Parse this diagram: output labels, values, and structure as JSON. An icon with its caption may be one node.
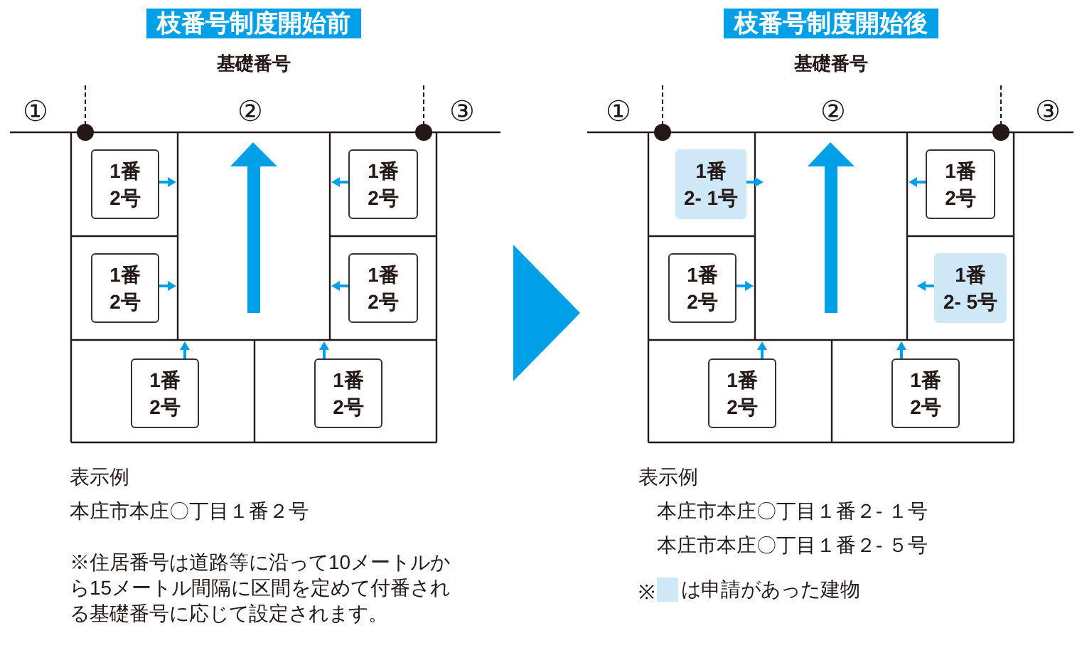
{
  "diagram": {
    "nodes": [
      {
        "text": [
          "枝番号制度開始前"
        ],
        "beside": [
          "基礎番号"
        ]
      },
      {
        "text": [
          "1番 2号"
        ]
      },
      {
        "text": [
          "1番 2号"
        ]
      },
      {
        "text": [
          "1番 2号"
        ]
      },
      {
        "text": [
          "1番 2号"
        ]
      },
      {
        "text": [
          "1番 2号"
        ]
      },
      {
        "text": [
          "1番 2号"
        ]
      },
      {
        "text": [
          "枝番号制度開始後"
        ],
        "beside": [
          "基礎番号"
        ]
      },
      {
        "text": [
          "1番 2- 1号"
        ]
      },
      {
        "text": [
          "1番 2号"
        ]
      },
      {
        "text": [
          "1番 2号"
        ]
      },
      {
        "text": [
          "1番 2- 5号"
        ]
      },
      {
        "text": [
          "1番 2号"
        ]
      },
      {
        "text": [
          "1番 2号"
        ]
      }
    ],
    "edges": [
      {
        "from": 1,
        "to": null,
        "arrow": "to"
      },
      {
        "from": 2,
        "to": null,
        "arrow": "to"
      },
      {
        "from": 3,
        "to": null,
        "arrow": "to"
      },
      {
        "from": 4,
        "to": null,
        "arrow": "to"
      },
      {
        "from": 5,
        "to": null,
        "arrow": "to"
      },
      {
        "from": 6,
        "to": null,
        "arrow": "to"
      },
      {
        "from": 8,
        "to": null,
        "arrow": "to"
      },
      {
        "from": 9,
        "to": null,
        "arrow": "to"
      },
      {
        "from": 10,
        "to": null,
        "arrow": "to"
      },
      {
        "from": 11,
        "to": null,
        "arrow": "to"
      },
      {
        "from": 12,
        "to": null,
        "arrow": "to"
      },
      {
        "from": 13,
        "to": null,
        "arrow": "to"
      }
    ],
    "labels": [
      "①",
      "②",
      "③",
      "表示例",
      "本庄市本庄〇丁目１番２号",
      "※住居番号は道路等に沿って10メートルから15メートル間隔に区間を定めて付番される基礎番号に応じて設定されます。",
      "①",
      "②",
      "③",
      "表示例",
      "本庄市本庄〇丁目１番２- １号",
      "本庄市本庄〇丁目１番２- ５号",
      "※"
    ],
    "legend": [
      {
        "text": "は申請があった建物",
        "color": "#cfe8f8"
      }
    ]
  }
}
